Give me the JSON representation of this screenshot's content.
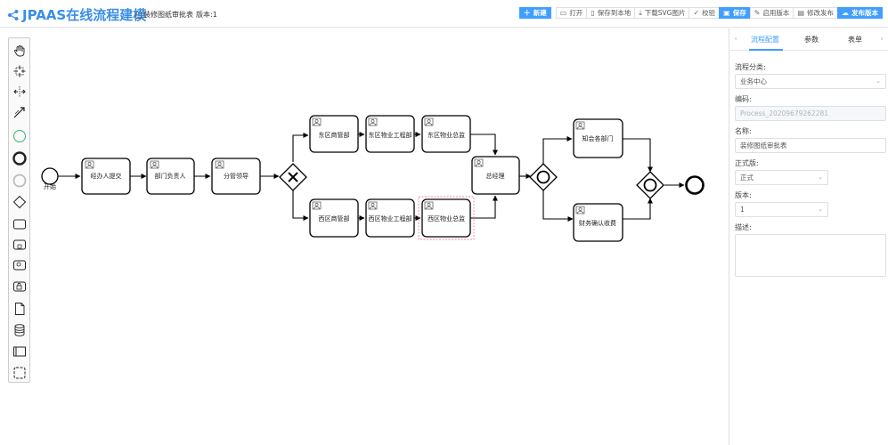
{
  "header": {
    "logo_text": "JPAAS在线流程建模",
    "doc_title": "装修图纸审批表",
    "doc_version": "版本:1",
    "buttons": {
      "new": "新建",
      "open": "打开",
      "save_local": "保存到本地",
      "download_svg": "下载SVG图片",
      "validate": "校验",
      "save": "保存",
      "enable_version": "启用版本",
      "modify_publish": "修改发布",
      "publish_version": "发布版本"
    }
  },
  "palette": {
    "items": [
      "hand-tool-icon",
      "lasso-tool-icon",
      "space-tool-icon",
      "connect-tool-icon",
      "start-event-icon",
      "end-event-icon",
      "intermediate-event-icon",
      "gateway-icon",
      "task-icon",
      "subprocess-icon",
      "user-task-icon",
      "service-task-icon",
      "data-object-icon",
      "data-store-icon",
      "pool-icon",
      "group-icon"
    ]
  },
  "diagram": {
    "start_label": "开始",
    "tasks": {
      "t1": "经办人提交",
      "t2": "部门负责人",
      "t3": "分管领导",
      "e1": "东区商管部",
      "e2": "东区物业工程部",
      "e3": "东区物业总监",
      "w1": "西区商管部",
      "w2": "西区物业工程部",
      "w3": "西区物业总监",
      "gm": "总经理",
      "notify": "知会各部门",
      "finance": "财务确认收费"
    }
  },
  "panel": {
    "tabs": [
      "流程配置",
      "参数",
      "表单"
    ],
    "fields": {
      "category_label": "流程分类:",
      "category_value": "业务中心",
      "code_label": "编码:",
      "code_value": "Process_20209679262281",
      "name_label": "名称:",
      "name_value": "装修图纸审批表",
      "official_label": "正式版:",
      "official_value": "正式",
      "version_label": "版本:",
      "version_value": "1",
      "desc_label": "描述:"
    }
  },
  "colors": {
    "accent": "#409eff",
    "logo": "#3a8ee6",
    "start_event_ring": "#3cb371"
  }
}
